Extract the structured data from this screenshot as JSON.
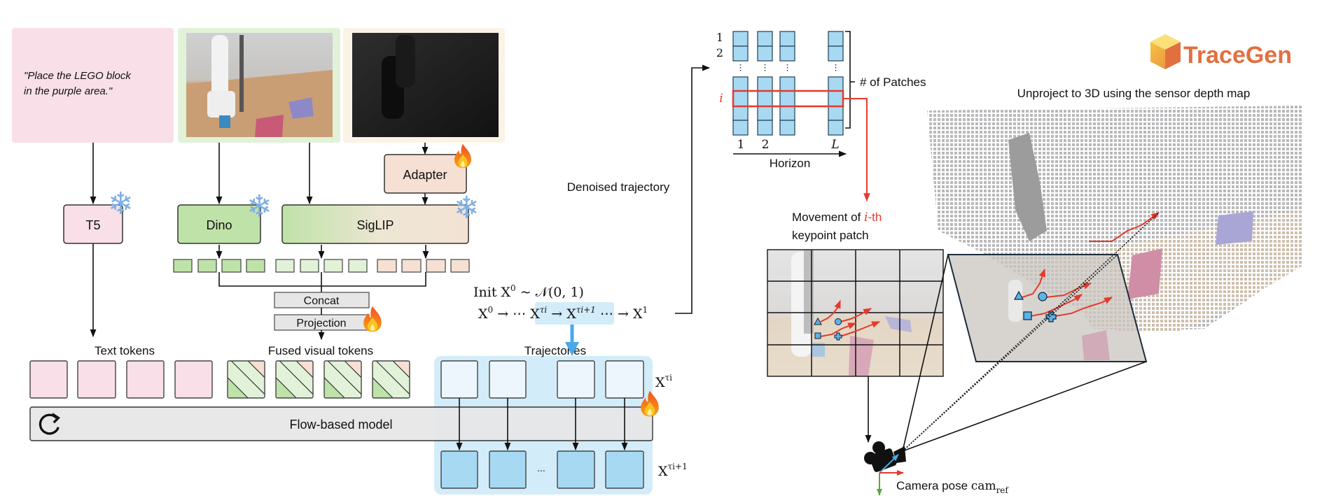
{
  "instruction": {
    "line1": "\"Place the LEGO block",
    "line2": "in the purple area.\""
  },
  "modules": {
    "t5": "T5",
    "dino": "Dino",
    "siglip": "SigLIP",
    "adapter": "Adapter",
    "concat": "Concat",
    "projection": "Projection",
    "flow": "Flow-based model"
  },
  "labels": {
    "text_tokens": "Text tokens",
    "fused_visual_tokens": "Fused visual tokens",
    "trajectories": "Trajectories",
    "denoised_trajectory": "Denoised trajectory",
    "horizon": "Horizon",
    "num_patches": "# of Patches",
    "unproject": "Unproject to 3D using the sensor depth map",
    "movement_pre": "Movement of ",
    "movement_i": "i",
    "movement_post": "-th",
    "movement_line2": "keypoint patch",
    "camera_pre": "Camera pose ",
    "camera_cam": "cam",
    "camera_ref": "ref",
    "ellipsis": "..."
  },
  "math": {
    "init_pre": "Init X",
    "init_sup": "0",
    "init_post": " ~ 𝒩(0, 1)",
    "seq_x0": "X",
    "seq_x0_sup": "0",
    "seq_a": " → ⋯ X",
    "seq_ti": "τi",
    "seq_b": " → X",
    "seq_ti1": "τi+1",
    "seq_c": " ⋯ → X",
    "seq_x1_sup": "1",
    "xt_base": "X",
    "xt_sup": "τi",
    "xt1_base": "X",
    "xt1_sup": "τi+1"
  },
  "patch_grid": {
    "rows": [
      "1",
      "2"
    ],
    "highlight_row": "i",
    "cols": [
      "1",
      "2",
      "L"
    ]
  },
  "logo": "TraceGen",
  "colors": {
    "text_pink": "#f9dfe8",
    "dino_green": "#bfe2a8",
    "siglip_peach": "#f3e2d4",
    "traj_blue": "#a7d9f3",
    "panel_blue": "#d3ecf9",
    "highlight_red": "#e53a2c",
    "logo_orange": "#e2703f"
  },
  "icons": {
    "frozen": "snowflake-icon",
    "trainable": "flame-icon",
    "loop": "refresh-icon",
    "camera": "video-camera-icon"
  }
}
